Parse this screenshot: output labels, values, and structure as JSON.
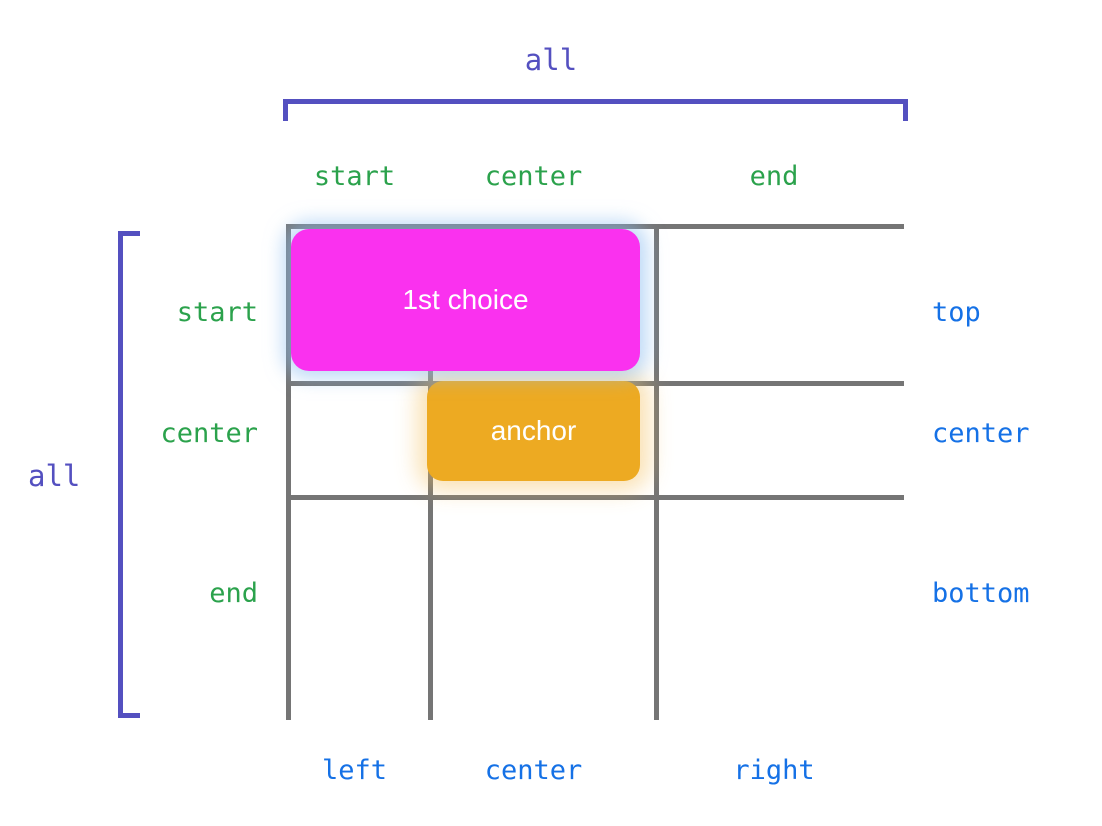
{
  "diagram": {
    "title_top": "all",
    "title_left": "all",
    "colors": {
      "purple": "#5450c0",
      "green": "#2ba24c",
      "blue": "#1571e6",
      "gridline": "#757575",
      "first_choice_fill": "#fa31ef",
      "anchor_fill": "#edaa22",
      "box_text": "#ffffff"
    }
  },
  "columns": {
    "logical_labels": [
      "start",
      "center",
      "end"
    ],
    "physical_labels": [
      "left",
      "center",
      "right"
    ]
  },
  "rows": {
    "logical_labels": [
      "start",
      "center",
      "end"
    ],
    "physical_labels": [
      "top",
      "center",
      "bottom"
    ]
  },
  "boxes": {
    "first_choice": {
      "label": "1st choice",
      "row": "start",
      "columns": [
        "start",
        "center"
      ]
    },
    "anchor": {
      "label": "anchor",
      "row": "center",
      "column": "center"
    }
  },
  "brackets": {
    "top": {
      "label": "all",
      "spans": "all columns"
    },
    "left": {
      "label": "all",
      "spans": "all rows"
    }
  }
}
